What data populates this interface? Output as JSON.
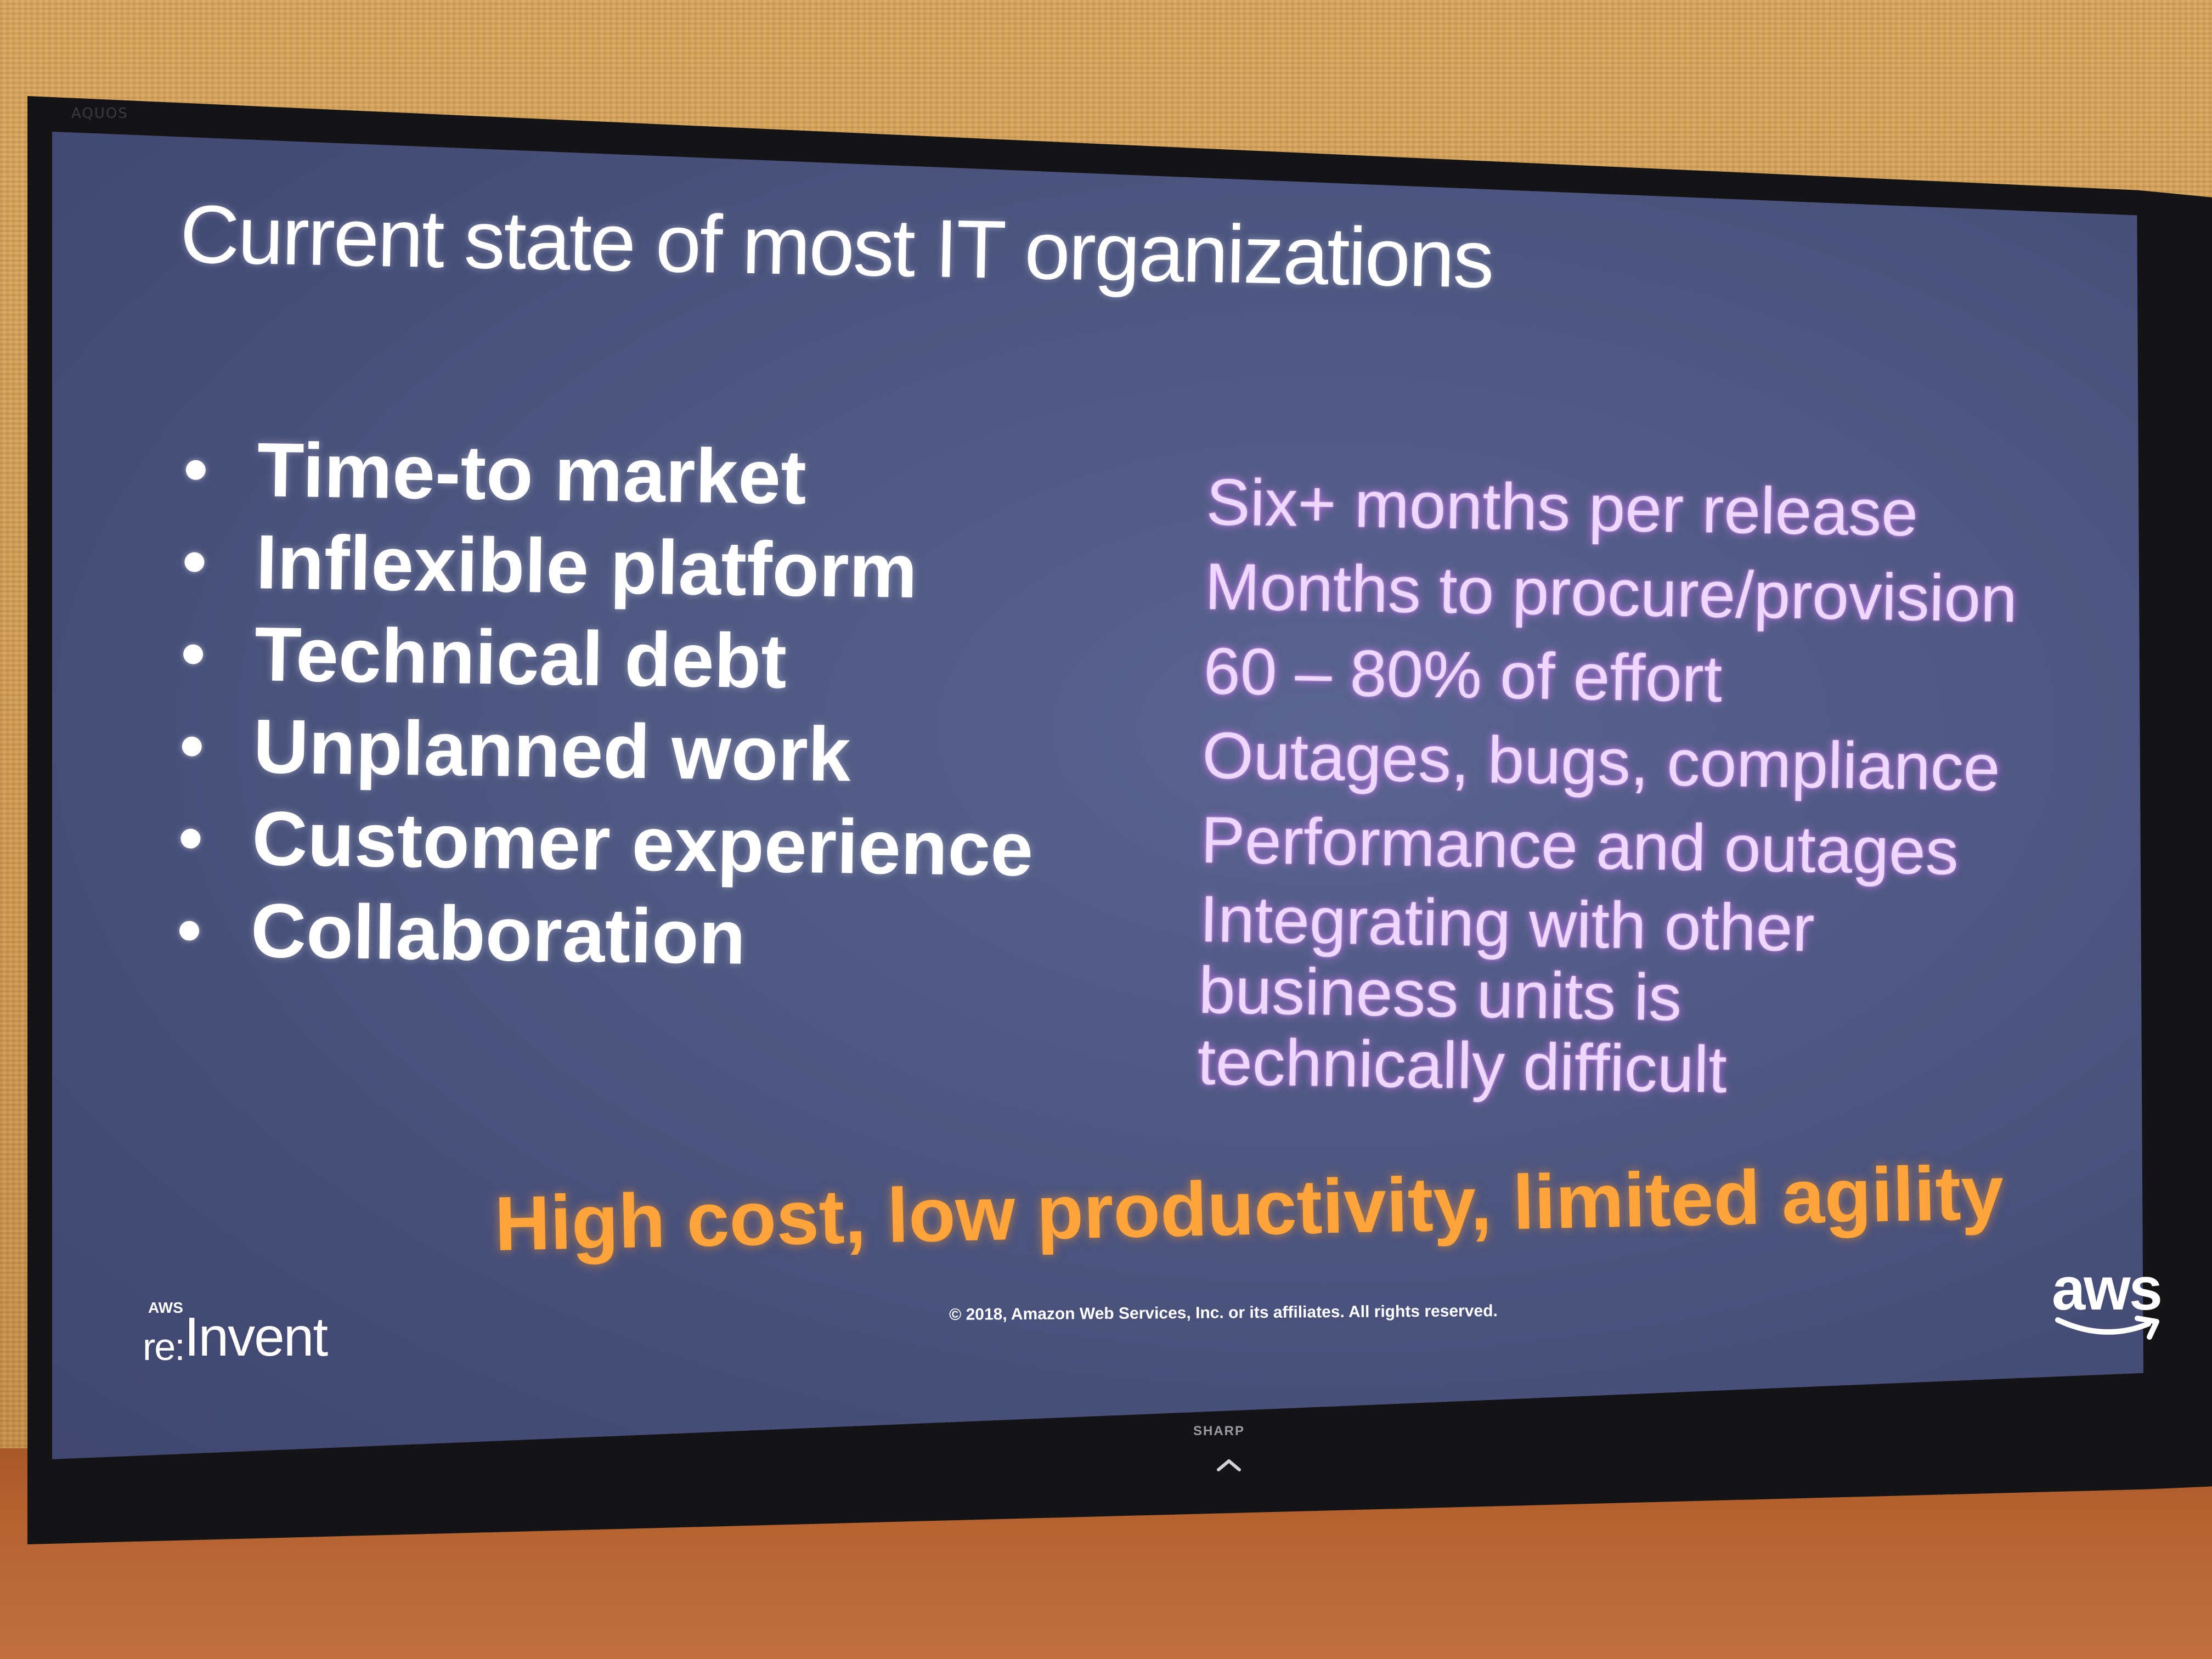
{
  "tv": {
    "brand_top": "AQUOS",
    "brand_bottom": "SHARP"
  },
  "slide": {
    "title": "Current state of most IT organizations",
    "bullets": [
      "Time-to market",
      "Inflexible platform",
      "Technical debt",
      "Unplanned work",
      "Customer experience",
      "Collaboration"
    ],
    "details": [
      "Six+ months per release",
      "Months to procure/provision",
      "60 – 80% of effort",
      "Outages, bugs, compliance",
      "Performance and outages",
      "Integrating with other business units is technically difficult"
    ],
    "conclusion": "High cost, low productivity, limited agility",
    "copyright": "© 2018, Amazon Web Services, Inc. or its affiliates. All rights reserved.",
    "event_logo": {
      "small": "AWS",
      "re": "re:",
      "invent": "Invent"
    },
    "company_logo": "aws"
  },
  "colors": {
    "slide_bg": "#4d5680",
    "title_text": "#ffffff",
    "detail_text": "#eed8ff",
    "conclusion_text": "#ffa43a",
    "wall": "#d19a52"
  }
}
